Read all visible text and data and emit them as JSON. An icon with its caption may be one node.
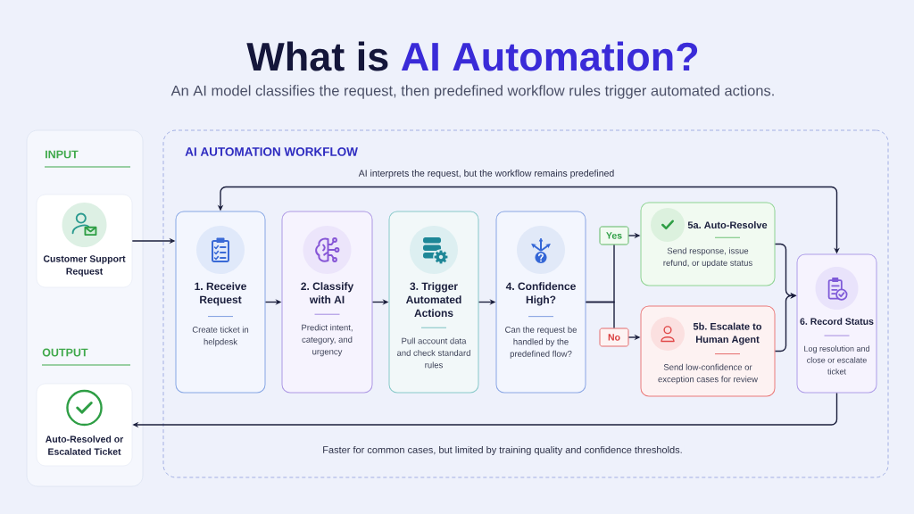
{
  "diagram": {
    "title": "What is AI Automation?",
    "nodes": [
      {
        "text": [
          "INPUT",
          "OUTPUT"
        ]
      },
      {
        "text": [
          "Customer Support Request"
        ],
        "in": 0
      },
      {
        "text": [
          "Auto-Resolved or Escalated Ticket"
        ],
        "in": 0
      },
      {
        "text": [
          "AI AUTOMATION WORKFLOW"
        ]
      },
      {
        "text": [
          "1. Receive Request",
          "Create ticket in helpdesk"
        ],
        "in": 3
      },
      {
        "text": [
          "2. Classify with AI",
          "Predict intent, category, and urgency"
        ],
        "in": 3
      },
      {
        "text": [
          "3. Trigger Automated Actions",
          "Pull account data and check standard rules"
        ],
        "in": 3
      },
      {
        "text": [
          "4. Confidence High?",
          "Can the request be handled by the predefined flow?"
        ],
        "in": 3
      },
      {
        "text": [
          "Yes"
        ],
        "in": 3
      },
      {
        "text": [
          "No"
        ],
        "in": 3
      },
      {
        "text": [
          "5a. Auto-Resolve",
          "Send response, issue refund, or update status"
        ],
        "in": 3
      },
      {
        "text": [
          "5b. Escalate to Human Agent",
          "Send low-confidence or exception cases for review"
        ],
        "in": 3
      },
      {
        "text": [
          "6. Record Status",
          "Log resolution and close or escalate ticket"
        ],
        "in": 3
      }
    ],
    "edges": [
      {
        "from": 1,
        "to": 4,
        "arrow": "to"
      },
      {
        "from": 4,
        "to": 5,
        "arrow": "to"
      },
      {
        "from": 5,
        "to": 6,
        "arrow": "to"
      },
      {
        "from": 6,
        "to": 7,
        "arrow": "to"
      },
      {
        "from": 7,
        "to": 8,
        "arrow": "none"
      },
      {
        "from": 7,
        "to": 9,
        "arrow": "none"
      },
      {
        "from": 8,
        "to": 10,
        "arrow": "to"
      },
      {
        "from": 9,
        "to": 11,
        "arrow": "to"
      },
      {
        "from": 10,
        "to": 12,
        "arrow": "to"
      },
      {
        "from": 11,
        "to": 12,
        "arrow": "to"
      },
      {
        "from": 4,
        "to": 12,
        "arrow": "both",
        "label": "AI interprets the request, but the workflow remains predefined"
      },
      {
        "from": 12,
        "to": 2,
        "arrow": "to",
        "label": "Faster for common cases, but limited by training quality and confidence thresholds."
      }
    ],
    "labels": [
      "An AI model classifies the request, then predefined workflow rules trigger automated actions."
    ]
  }
}
